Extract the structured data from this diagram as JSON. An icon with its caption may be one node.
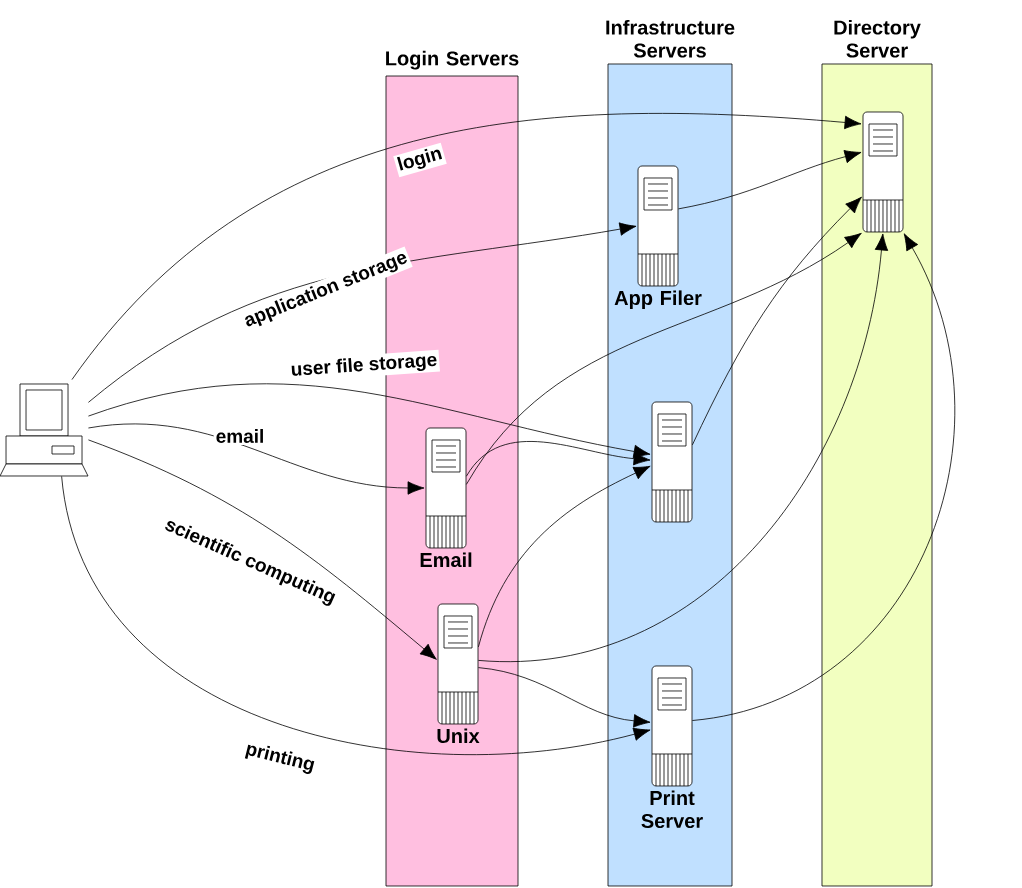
{
  "diagram": {
    "nodes": [
      {
        "text": [
          "Login Servers"
        ]
      },
      {
        "text": [
          "Infrastructure Servers"
        ]
      },
      {
        "text": [
          "Directory Server"
        ]
      },
      {
        "text": [],
        "shape": "computer"
      },
      {
        "text": [
          "Email"
        ],
        "in": 0
      },
      {
        "text": [
          "Unix"
        ],
        "in": 0
      },
      {
        "text": [
          "App Filer"
        ],
        "in": 1
      },
      {
        "text": [],
        "shape": "server",
        "in": 1
      },
      {
        "text": [
          "Print Server"
        ],
        "in": 1
      },
      {
        "text": [],
        "shape": "server",
        "in": 2
      }
    ],
    "edges": [
      {
        "from": 3,
        "to": 9,
        "arrow": "to",
        "label": "login"
      },
      {
        "from": 3,
        "to": 6,
        "arrow": "to",
        "label": "application storage"
      },
      {
        "from": 3,
        "to": 7,
        "arrow": "to",
        "label": "user file storage"
      },
      {
        "from": 3,
        "to": 4,
        "arrow": "to",
        "label": "email"
      },
      {
        "from": 3,
        "to": 5,
        "arrow": "to",
        "label": "scientific computing"
      },
      {
        "from": 3,
        "to": 8,
        "arrow": "to",
        "label": "printing"
      },
      {
        "from": 4,
        "to": 7,
        "arrow": "to"
      },
      {
        "from": 4,
        "to": 9,
        "arrow": "to"
      },
      {
        "from": 5,
        "to": 7,
        "arrow": "to"
      },
      {
        "from": 5,
        "to": 9,
        "arrow": "to"
      },
      {
        "from": 5,
        "to": 8,
        "arrow": "to"
      },
      {
        "from": 6,
        "to": 9,
        "arrow": "to"
      },
      {
        "from": 7,
        "to": 9,
        "arrow": "to"
      },
      {
        "from": 8,
        "to": 9,
        "arrow": "to"
      }
    ]
  }
}
